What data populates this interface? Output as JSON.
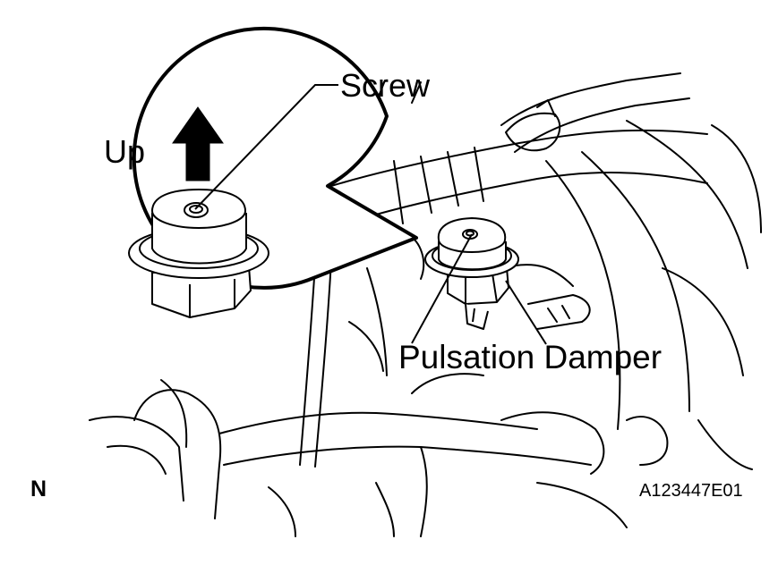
{
  "labels": {
    "screw": "Screw",
    "up": "Up",
    "pulsation_damper": "Pulsation Damper",
    "orientation": "N",
    "figure_code": "A123447E01"
  },
  "colors": {
    "line": "#000000",
    "background": "#ffffff"
  }
}
